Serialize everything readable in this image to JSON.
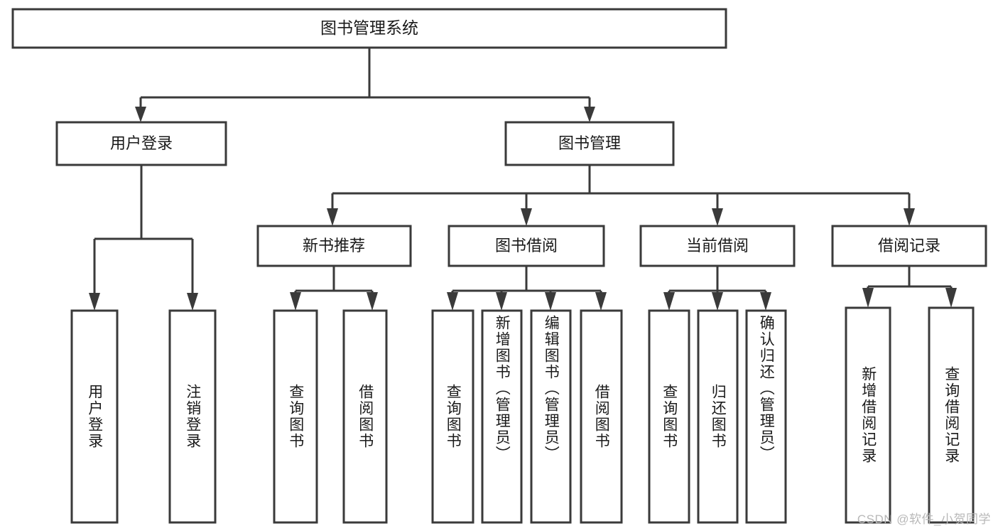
{
  "diagram": {
    "type": "tree",
    "title": "图书管理系统",
    "watermark": "CSDN @软件_小贺同学",
    "root": {
      "id": "root",
      "label": "图书管理系统"
    },
    "level1": [
      {
        "id": "user-login",
        "label": "用户登录"
      },
      {
        "id": "book-management",
        "label": "图书管理"
      }
    ],
    "level2": [
      {
        "id": "new-book-recommend",
        "label": "新书推荐",
        "parent": "book-management"
      },
      {
        "id": "book-borrow",
        "label": "图书借阅",
        "parent": "book-management"
      },
      {
        "id": "current-borrow",
        "label": "当前借阅",
        "parent": "book-management"
      },
      {
        "id": "borrow-record",
        "label": "借阅记录",
        "parent": "book-management"
      }
    ],
    "leaves": [
      {
        "id": "leaf-user-login",
        "label": "用户登录",
        "parent": "user-login"
      },
      {
        "id": "leaf-logout-login",
        "label": "注销登录",
        "parent": "user-login"
      },
      {
        "id": "leaf-query-book-1",
        "label": "查询图书",
        "parent": "new-book-recommend"
      },
      {
        "id": "leaf-borrow-book-1",
        "label": "借阅图书",
        "parent": "new-book-recommend"
      },
      {
        "id": "leaf-query-book-2",
        "label": "查询图书",
        "parent": "book-borrow"
      },
      {
        "id": "leaf-add-book",
        "label": "新增图书（管理员）",
        "parent": "book-borrow"
      },
      {
        "id": "leaf-edit-book",
        "label": "编辑图书（管理员）",
        "parent": "book-borrow"
      },
      {
        "id": "leaf-borrow-book-2",
        "label": "借阅图书",
        "parent": "book-borrow"
      },
      {
        "id": "leaf-query-book-3",
        "label": "查询图书",
        "parent": "current-borrow"
      },
      {
        "id": "leaf-return-book",
        "label": "归还图书",
        "parent": "current-borrow"
      },
      {
        "id": "leaf-confirm-return",
        "label": "确认归还（管理员）",
        "parent": "current-borrow"
      },
      {
        "id": "leaf-add-record",
        "label": "新增借阅记录",
        "parent": "borrow-record"
      },
      {
        "id": "leaf-query-record",
        "label": "查询借阅记录",
        "parent": "borrow-record"
      }
    ],
    "colors": {
      "stroke": "#3a3a3a",
      "fill": "#ffffff",
      "text": "#1a1a1a",
      "watermark": "#b8b8b8",
      "background": "#ffffff"
    }
  }
}
